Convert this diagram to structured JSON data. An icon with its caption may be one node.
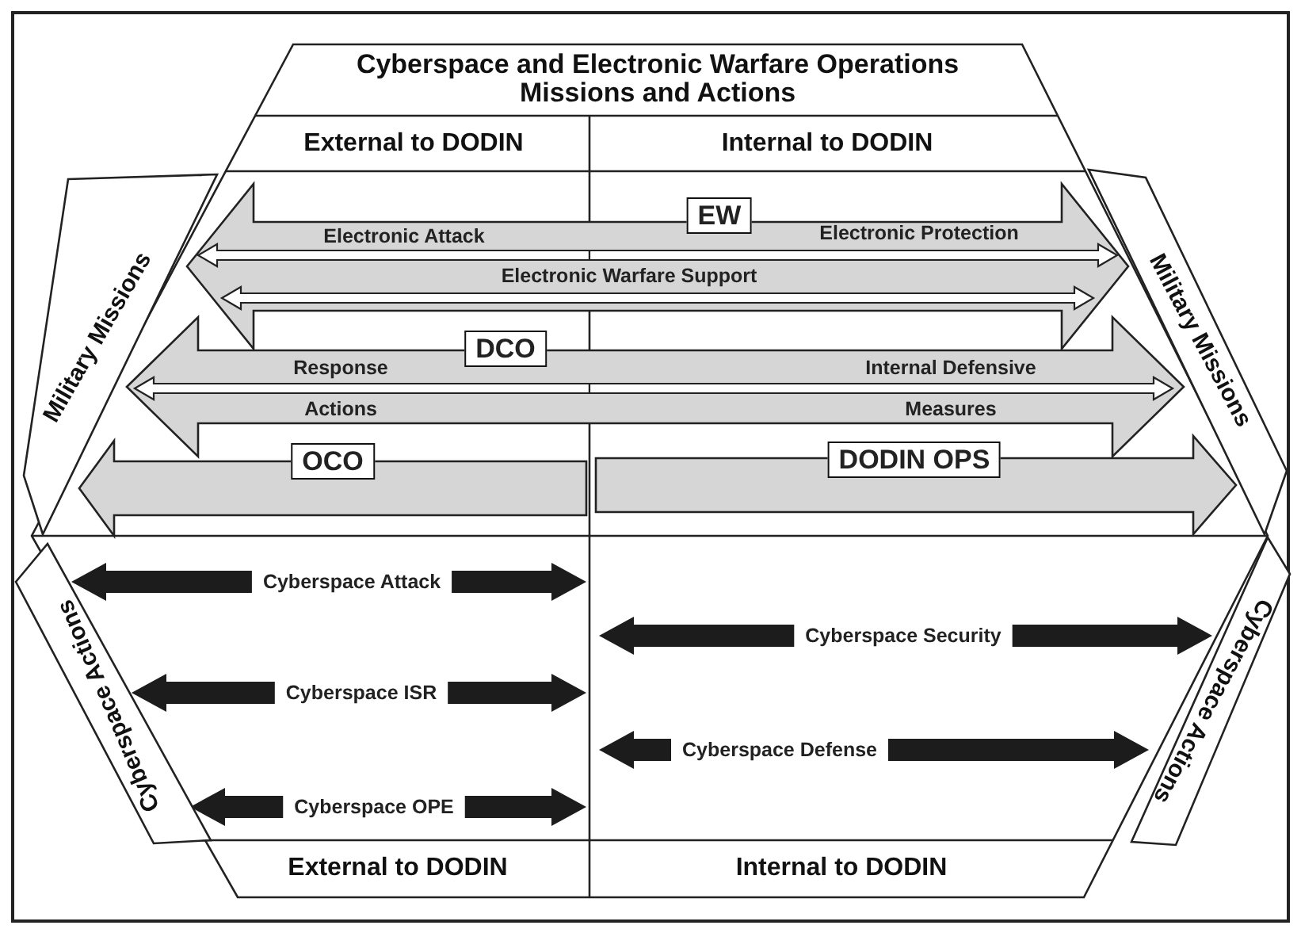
{
  "diagram": {
    "title": "Cyberspace and Electronic Warfare Operations Missions and Actions",
    "nodes": [
      {
        "text": [
          "External to DODIN"
        ]
      },
      {
        "text": [
          "Internal to DODIN"
        ]
      },
      {
        "text": [
          "Military Missions"
        ]
      },
      {
        "text": [
          "Military Missions"
        ]
      },
      {
        "text": [
          "EW"
        ]
      },
      {
        "text": [
          "DCO"
        ]
      },
      {
        "text": [
          "OCO"
        ]
      },
      {
        "text": [
          "DODIN OPS"
        ]
      },
      {
        "text": [
          "Cyberspace Actions"
        ]
      },
      {
        "text": [
          "Cyberspace Actions"
        ]
      },
      {
        "text": [
          "External to DODIN"
        ]
      },
      {
        "text": [
          "Internal to DODIN"
        ]
      }
    ],
    "labels": [
      "Electronic Attack",
      "Electronic Protection",
      "Electronic Warfare Support",
      "Response Actions",
      "Internal Defensive Measures",
      "Cyberspace Attack",
      "Cyberspace Security",
      "Cyberspace ISR",
      "Cyberspace Defense",
      "Cyberspace OPE"
    ]
  }
}
